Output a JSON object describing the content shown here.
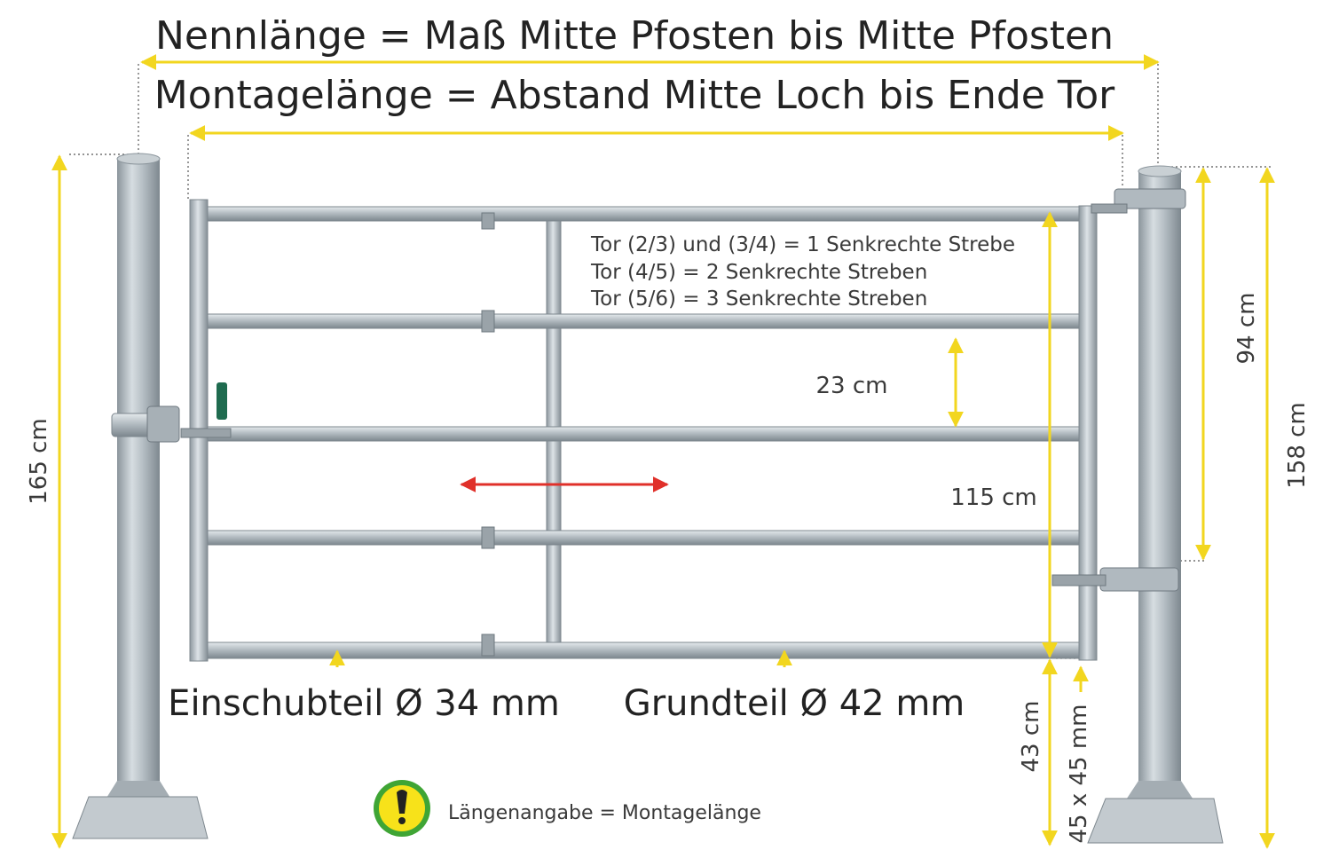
{
  "headings": {
    "nominal_length": "Nennlänge = Maß Mitte Pfosten bis Mitte Pfosten",
    "mounting_length": "Montagelänge = Abstand Mitte Loch bis Ende Tor"
  },
  "notes": [
    "Tor (2/3) und (3/4) = 1 Senkrechte Strebe",
    "Tor (4/5) = 2 Senkrechte Streben",
    "Tor (5/6) = 3 Senkrechte Streben"
  ],
  "dimensions": {
    "left_post_height": "165 cm",
    "bar_spacing": "23 cm",
    "gate_height": "115 cm",
    "ground_clearance": "43 cm",
    "profile_size": "45 x 45 mm",
    "right_upper": "94 cm",
    "right_post_height": "158 cm"
  },
  "labels": {
    "insert_part": "Einschubteil Ø 34 mm",
    "base_part": "Grundteil Ø 42 mm"
  },
  "footnote": "Längenangabe = Montagelänge",
  "colors": {
    "dimension_line": "#f2d61f",
    "extend_arrow": "#e0302a",
    "galvanized": "#b9c2c8",
    "warning_fill": "#f7e21a",
    "warning_ring": "#3fa535"
  },
  "icons": {
    "warning": "exclamation-icon"
  }
}
